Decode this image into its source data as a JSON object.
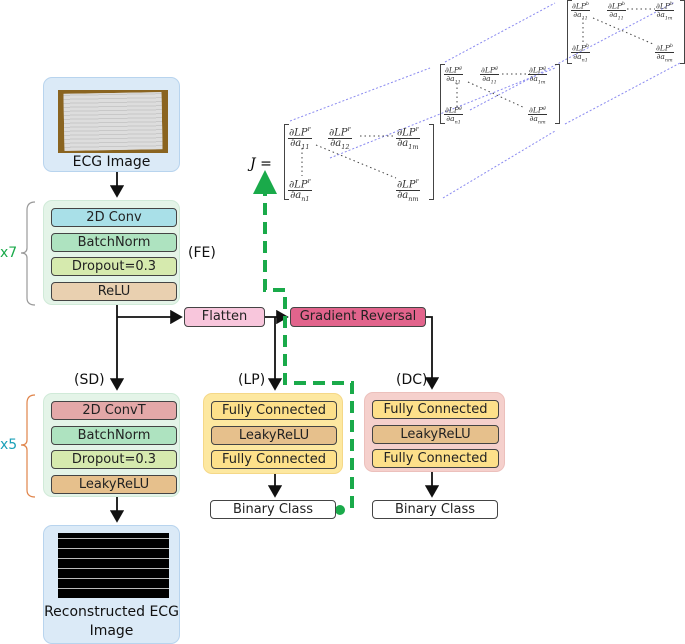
{
  "input": {
    "label": "ECG Image"
  },
  "fe": {
    "tag": "(FE)",
    "repeat": "x7",
    "layers": [
      "2D Conv",
      "BatchNorm",
      "Dropout=0.3",
      "ReLU"
    ]
  },
  "flatten": "Flatten",
  "grl": "Gradient Reversal",
  "sd": {
    "tag": "(SD)",
    "repeat": "x5",
    "layers": [
      "2D ConvT",
      "BatchNorm",
      "Dropout=0.3",
      "LeakyReLU"
    ]
  },
  "output": {
    "label": "Reconstructed ECG Image"
  },
  "lp": {
    "tag": "(LP)",
    "layers": [
      "Fully Connected",
      "LeakyReLU",
      "Fully Connected"
    ],
    "out": "Binary Class"
  },
  "dc": {
    "tag": "(DC)",
    "layers": [
      "Fully Connected",
      "LeakyReLU",
      "Fully Connected"
    ],
    "out": "Binary Class"
  },
  "jacobian": {
    "lhs": "J =",
    "matrices": [
      {
        "channel": "r",
        "entries": [
          {
            "num": "∂LP",
            "den": "∂a",
            "sub": "11"
          },
          {
            "num": "∂LP",
            "den": "∂a",
            "sub": "12"
          },
          {
            "num": "∂LP",
            "den": "∂a",
            "sub": "1m"
          },
          {
            "num": "∂LP",
            "den": "∂a",
            "sub": "n1"
          },
          {
            "num": "∂LP",
            "den": "∂a",
            "sub": "nm"
          }
        ]
      },
      {
        "channel": "g",
        "entries": [
          {
            "num": "∂LP",
            "den": "∂a",
            "sub": "11"
          },
          {
            "num": "∂LP",
            "den": "∂a",
            "sub": "11"
          },
          {
            "num": "∂LP",
            "den": "∂a",
            "sub": "1m"
          },
          {
            "num": "∂LP",
            "den": "∂a",
            "sub": "n1"
          },
          {
            "num": "∂LP",
            "den": "∂a",
            "sub": "nm"
          }
        ]
      },
      {
        "channel": "b",
        "entries": [
          {
            "num": "∂LP",
            "den": "∂a",
            "sub": "11"
          },
          {
            "num": "∂LP",
            "den": "∂a",
            "sub": "11"
          },
          {
            "num": "∂LP",
            "den": "∂a",
            "sub": "1m"
          },
          {
            "num": "∂LP",
            "den": "∂a",
            "sub": "n1"
          },
          {
            "num": "∂LP",
            "den": "∂a",
            "sub": "nm"
          }
        ]
      }
    ]
  },
  "colors": {
    "conv": "#a9e0e8",
    "bn": "#aee3c0",
    "drop": "#d6eaae",
    "relu": "#e9d0b0",
    "convt": "#e4a8a8",
    "leaky": "#e6c08c",
    "fc": "#fde08a",
    "flatten": "#f8c6dc",
    "grl": "#e2648c",
    "grad": "#1aaa4a"
  }
}
